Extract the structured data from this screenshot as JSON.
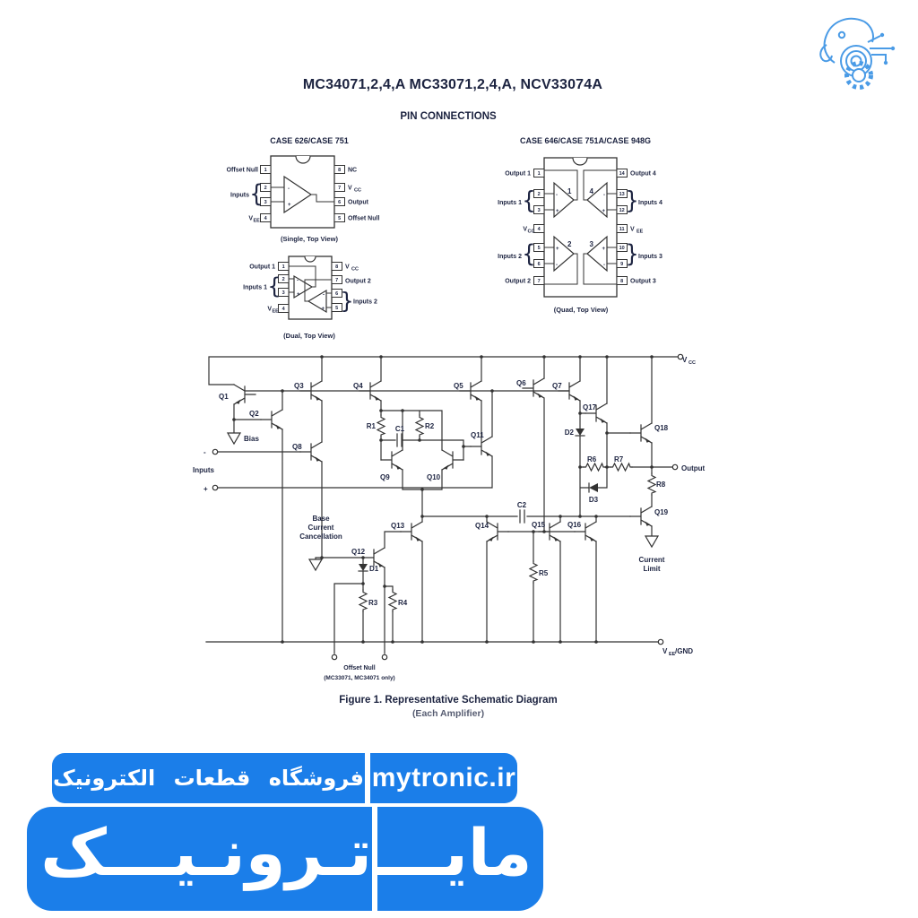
{
  "page": {
    "title": "MC34071,2,4,A MC33071,2,4,A, NCV33074A",
    "pin_connections": "PIN CONNECTIONS",
    "fig_caption": "Figure 1. Representative Schematic Diagram",
    "fig_subcaption": "(Each Amplifier)"
  },
  "glyphs": {
    "brace_left": "{",
    "brace_right": "}",
    "minus": "-",
    "plus": "+"
  },
  "colors": {
    "banner_blue": "#1b7ee9",
    "logo_blue": "#4a9be6"
  },
  "banner": {
    "tagline": "فروشگاه قطعات الکترونیک",
    "domain": "mytronic.ir",
    "brand_first": "مایـــ",
    "brand_second": "تـرونـیـــک"
  },
  "packages": {
    "single": {
      "title": "CASE 626/CASE 751",
      "caption": "(Single, Top View)",
      "inputs": "Inputs",
      "left": {
        "p1": {
          "n": "1",
          "label": "Offset Null"
        },
        "p2": {
          "n": "2"
        },
        "p3": {
          "n": "3"
        },
        "p4": {
          "n": "4",
          "v": "V",
          "sub": "EE"
        }
      },
      "right": {
        "p8": {
          "n": "8",
          "label": "NC"
        },
        "p7": {
          "n": "7",
          "v": "V",
          "sub": "CC"
        },
        "p6": {
          "n": "6",
          "label": "Output"
        },
        "p5": {
          "n": "5",
          "label": "Offset Null"
        }
      }
    },
    "dual": {
      "caption": "(Dual, Top View)",
      "inputs1": "Inputs 1",
      "inputs2": "Inputs 2",
      "left": {
        "p1": {
          "n": "1",
          "label": "Output 1"
        },
        "p2": {
          "n": "2"
        },
        "p3": {
          "n": "3"
        },
        "p4": {
          "n": "4",
          "v": "V",
          "sub": "EE"
        }
      },
      "right": {
        "p8": {
          "n": "8",
          "v": "V",
          "sub": "CC"
        },
        "p7": {
          "n": "7",
          "label": "Output 2"
        },
        "p6": {
          "n": "6"
        },
        "p5": {
          "n": "5"
        }
      }
    },
    "quad": {
      "title": "CASE 646/CASE 751A/CASE 948G",
      "caption": "(Quad, Top View)",
      "inputs1": "Inputs 1",
      "inputs2": "Inputs 2",
      "inputs3": "Inputs 3",
      "inputs4": "Inputs 4",
      "amps": {
        "a1": "1",
        "a2": "2",
        "a3": "3",
        "a4": "4"
      },
      "left": {
        "p1": {
          "n": "1",
          "label": "Output 1"
        },
        "p2": {
          "n": "2"
        },
        "p3": {
          "n": "3"
        },
        "p4": {
          "n": "4",
          "v": "V",
          "sub": "CC"
        },
        "p5": {
          "n": "5"
        },
        "p6": {
          "n": "6"
        },
        "p7": {
          "n": "7",
          "label": "Output 2"
        }
      },
      "right": {
        "p14": {
          "n": "14",
          "label": "Output 4"
        },
        "p13": {
          "n": "13"
        },
        "p12": {
          "n": "12"
        },
        "p11": {
          "n": "11",
          "v": "V",
          "sub": "EE"
        },
        "p10": {
          "n": "10"
        },
        "p9": {
          "n": "9"
        },
        "p8": {
          "n": "8",
          "label": "Output 3"
        }
      }
    }
  },
  "schematic": {
    "labels": {
      "q1": "Q1",
      "q2": "Q2",
      "q3": "Q3",
      "q4": "Q4",
      "q5": "Q5",
      "q6": "Q6",
      "q7": "Q7",
      "q8": "Q8",
      "q9": "Q9",
      "q10": "Q10",
      "q11": "Q11",
      "q12": "Q12",
      "q13": "Q13",
      "q14": "Q14",
      "q15": "Q15",
      "q16": "Q16",
      "q17": "Q17",
      "q18": "Q18",
      "q19": "Q19",
      "r1": "R1",
      "r2": "R2",
      "r3": "R3",
      "r4": "R4",
      "r5": "R5",
      "r6": "R6",
      "r7": "R7",
      "r8": "R8",
      "c1": "C1",
      "c2": "C2",
      "d1": "D1",
      "d2": "D2",
      "d3": "D3",
      "bias": "Bias",
      "inputs": "Inputs",
      "minus": "-",
      "plus": "+",
      "output": "Output",
      "bcc1": "Base",
      "bcc2": "Current",
      "bcc3": "Cancellation",
      "cl1": "Current",
      "cl2": "Limit",
      "offset1": "Offset Null",
      "offset2": "(MC33071, MC34071 only)"
    },
    "vcc": {
      "v": "V",
      "sub": "CC"
    },
    "vee": {
      "v": "V",
      "sub": "EE",
      "post": "/GND"
    }
  }
}
